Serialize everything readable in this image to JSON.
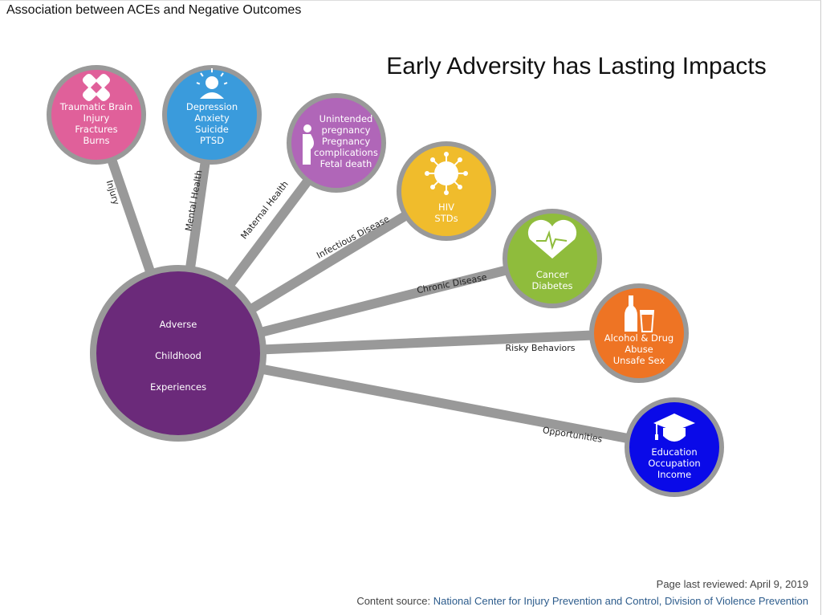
{
  "page": {
    "heading": "Association between ACEs and Negative Outcomes"
  },
  "diagram": {
    "title": "Early Adversity has Lasting Impacts",
    "center": {
      "lines": [
        "Adverse",
        "Childhood",
        "Experiences"
      ],
      "color": "#6b2a7a"
    },
    "branches": [
      {
        "label": "Injury",
        "icon": "bandage-icon",
        "color": "#e0609a",
        "lines": [
          "Traumatic Brain",
          "Injury",
          "Fractures",
          "Burns"
        ]
      },
      {
        "label": "Mental Health",
        "icon": "person-head-icon",
        "color": "#3a9bdc",
        "lines": [
          "Depression",
          "Anxiety",
          "Suicide",
          "PTSD"
        ]
      },
      {
        "label": "Maternal Health",
        "icon": "pregnant-woman-icon",
        "color": "#b066b8",
        "lines": [
          "Unintended",
          "pregnancy",
          "Pregnancy",
          "complications",
          "Fetal death"
        ]
      },
      {
        "label": "Infectious Disease",
        "icon": "virus-icon",
        "color": "#f0bc2c",
        "lines": [
          "HIV",
          "STDs"
        ]
      },
      {
        "label": "Chronic Disease",
        "icon": "heart-pulse-icon",
        "color": "#8fbc3c",
        "lines": [
          "Cancer",
          "Diabetes"
        ]
      },
      {
        "label": "Risky Behaviors",
        "icon": "bottle-glass-icon",
        "color": "#ee7424",
        "lines": [
          "Alcohol & Drug",
          "Abuse",
          "Unsafe Sex"
        ]
      },
      {
        "label": "Opportunities",
        "icon": "graduation-cap-icon",
        "color": "#0a0ae8",
        "lines": [
          "Education",
          "Occupation",
          "Income"
        ]
      }
    ]
  },
  "footer": {
    "reviewed": "Page last reviewed: April 9, 2019",
    "source_prefix": "Content source: ",
    "source_link": "National Center for Injury Prevention and Control, Division of Violence Prevention"
  }
}
